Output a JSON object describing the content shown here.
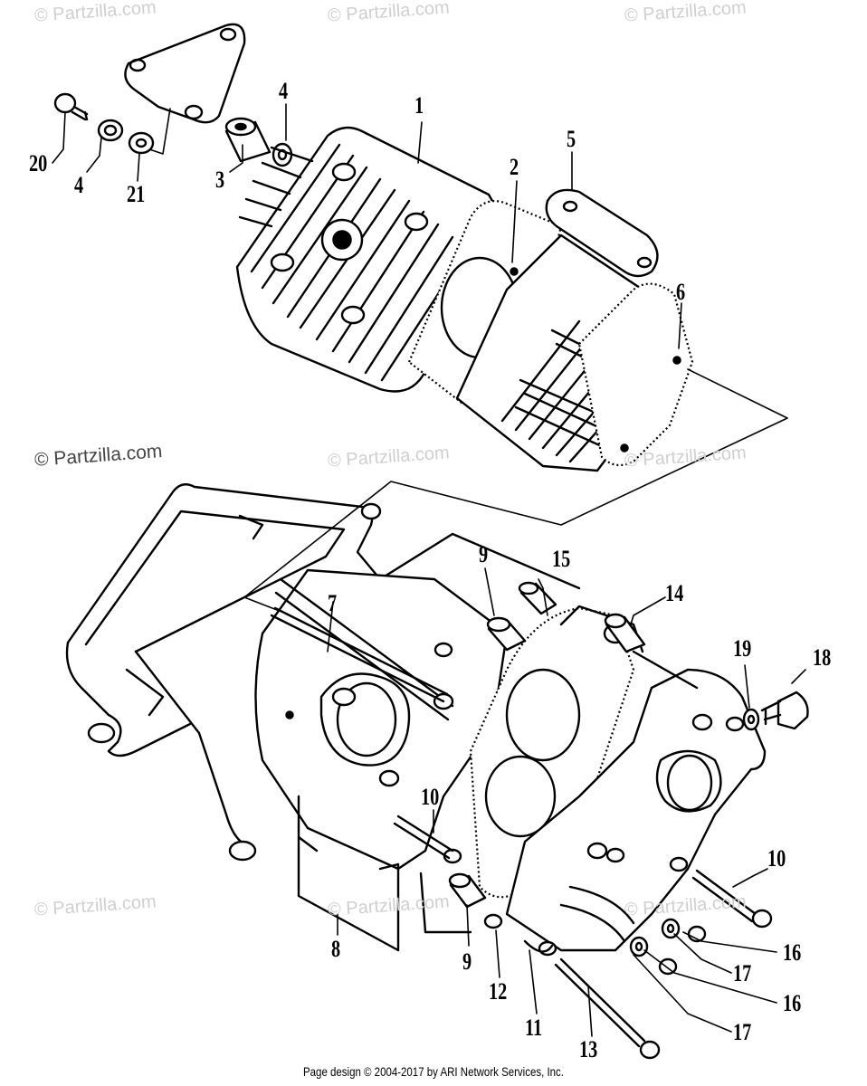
{
  "watermarks": [
    "© Partzilla.com",
    "© Partzilla.com",
    "© Partzilla.com",
    "© Partzilla.com",
    "© Partzilla.com",
    "© Partzilla.com",
    "© Partzilla.com",
    "© Partzilla.com",
    "© Partzilla.com"
  ],
  "callouts": [
    "1",
    "2",
    "3",
    "4",
    "4",
    "5",
    "6",
    "7",
    "8",
    "9",
    "9",
    "10",
    "10",
    "11",
    "12",
    "13",
    "14",
    "15",
    "16",
    "16",
    "17",
    "17",
    "18",
    "19",
    "20",
    "21"
  ],
  "footer": "Page design © 2004-2017 by ARI Network Services, Inc."
}
